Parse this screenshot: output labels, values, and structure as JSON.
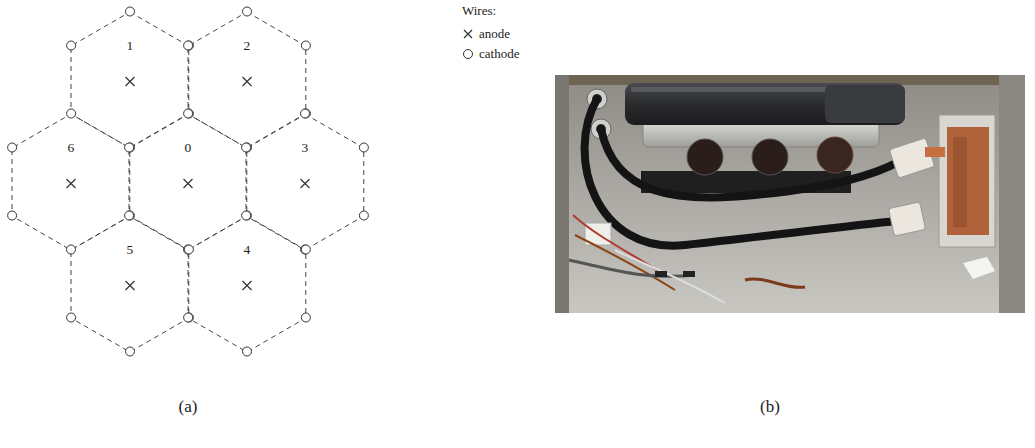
{
  "diagram": {
    "nodes": [
      {
        "text": [
          "1"
        ]
      },
      {
        "text": [
          "2"
        ]
      },
      {
        "text": [
          "6"
        ]
      },
      {
        "text": [
          "0"
        ]
      },
      {
        "text": [
          "3"
        ]
      },
      {
        "text": [
          "5"
        ]
      },
      {
        "text": [
          "4"
        ]
      }
    ],
    "labels": [
      "Wires:",
      "(a)",
      "(b)"
    ],
    "legend": [
      {
        "text": "anode"
      },
      {
        "text": "cathode"
      }
    ]
  }
}
